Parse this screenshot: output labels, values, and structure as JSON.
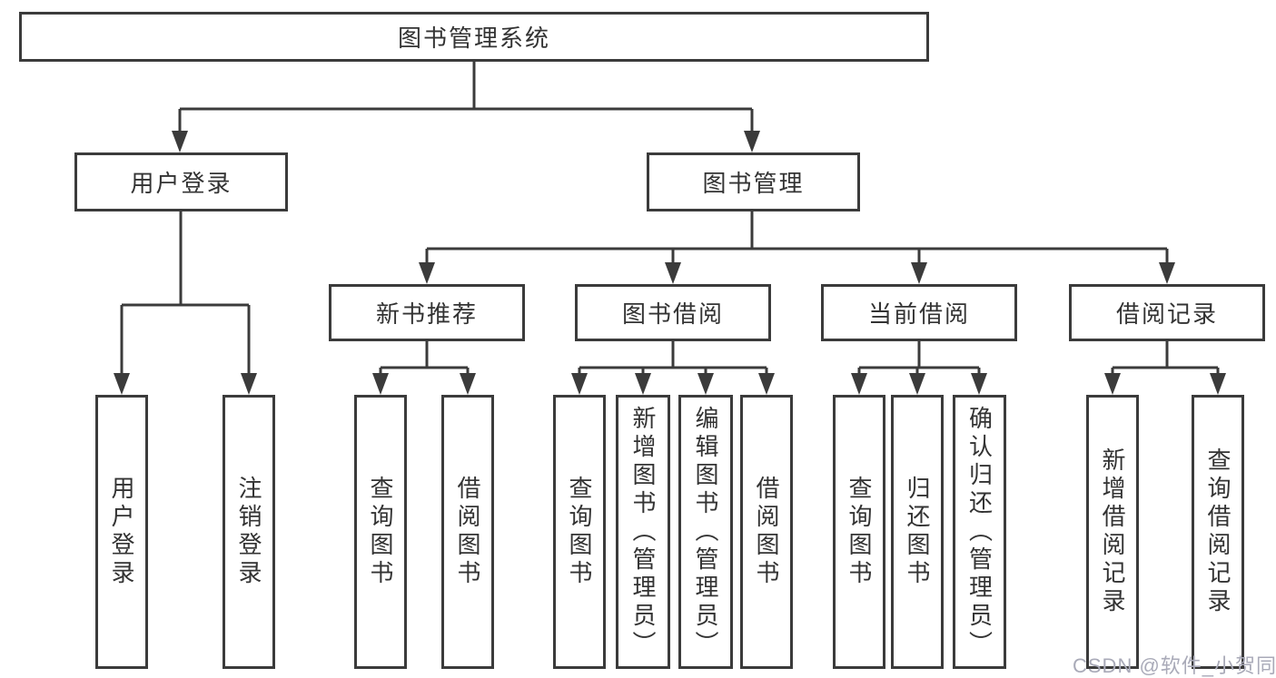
{
  "diagram_title": "图书管理系统",
  "tree": {
    "label": "图书管理系统",
    "children": [
      {
        "label": "用户登录",
        "children": [
          {
            "label": "用户登录"
          },
          {
            "label": "注销登录"
          }
        ]
      },
      {
        "label": "图书管理",
        "children": [
          {
            "label": "新书推荐",
            "children": [
              {
                "label": "查询图书"
              },
              {
                "label": "借阅图书"
              }
            ]
          },
          {
            "label": "图书借阅",
            "children": [
              {
                "label": "查询图书"
              },
              {
                "label": "新增图书（管理员）"
              },
              {
                "label": "编辑图书（管理员）"
              },
              {
                "label": "借阅图书"
              }
            ]
          },
          {
            "label": "当前借阅",
            "children": [
              {
                "label": "查询图书"
              },
              {
                "label": "归还图书"
              },
              {
                "label": "确认归还（管理员）"
              }
            ]
          },
          {
            "label": "借阅记录",
            "children": [
              {
                "label": "新增借阅记录"
              },
              {
                "label": "查询借阅记录"
              }
            ]
          }
        ]
      }
    ]
  },
  "watermark": {
    "text": "CSDN @软件_小贺同学"
  },
  "colors": {
    "line": "#3b3b3b",
    "box_border": "#3b3b3b",
    "text": "#333333",
    "background": "#ffffff",
    "watermark": "#a9aab8"
  }
}
